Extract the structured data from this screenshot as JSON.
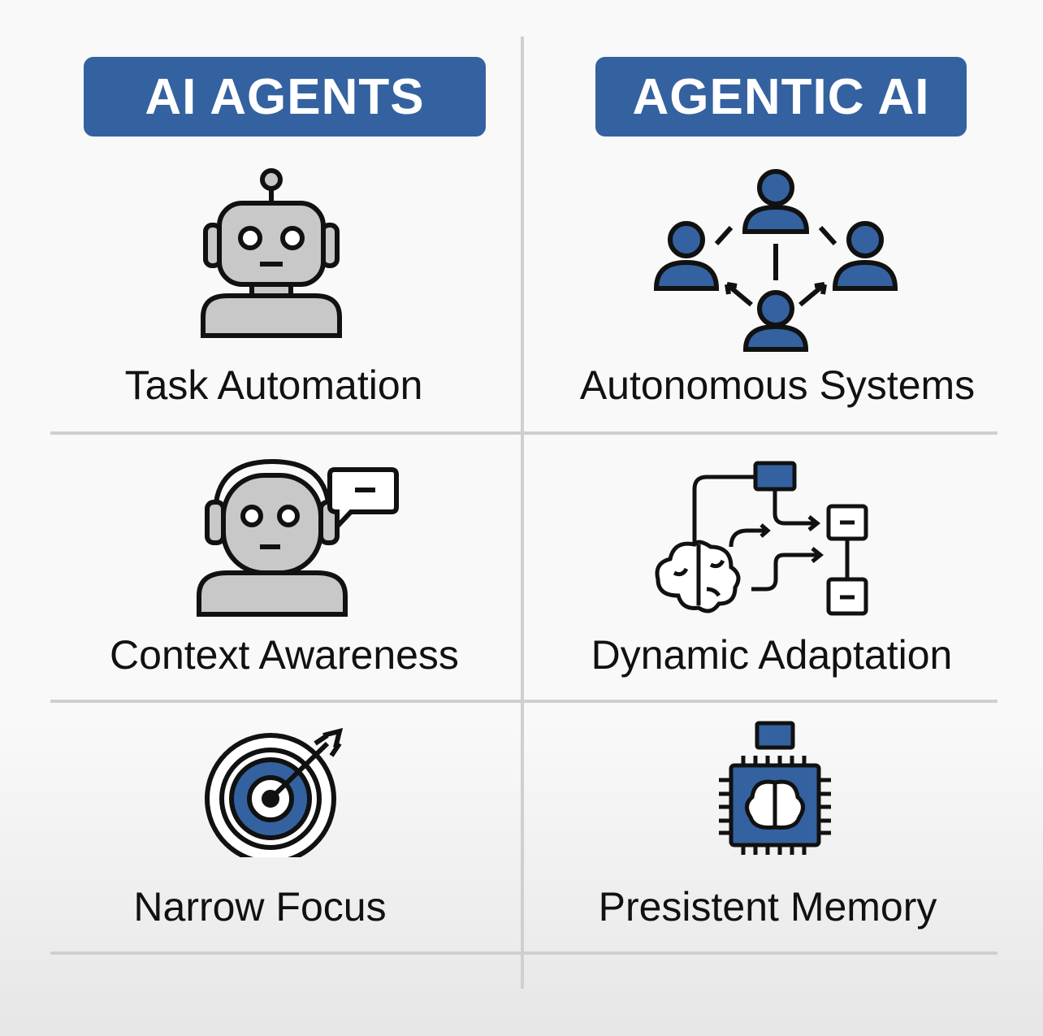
{
  "columns": [
    {
      "title": "AI AGENTS",
      "items": [
        {
          "label": "Task Automation",
          "icon": "robot-icon"
        },
        {
          "label": "Context Awareness",
          "icon": "headset-robot-chat-icon"
        },
        {
          "label": "Narrow Focus",
          "icon": "target-arrow-icon"
        }
      ]
    },
    {
      "title": "AGENTIC AI",
      "items": [
        {
          "label": "Autonomous Systems",
          "icon": "people-network-icon"
        },
        {
          "label": "Dynamic Adaptation",
          "icon": "brain-flowchart-icon"
        },
        {
          "label": "Presistent Memory",
          "icon": "brain-chip-icon"
        }
      ]
    }
  ],
  "colors": {
    "accent": "#3462a0",
    "icon_gray": "#c8c8c8",
    "divider": "#cfcfcf"
  }
}
